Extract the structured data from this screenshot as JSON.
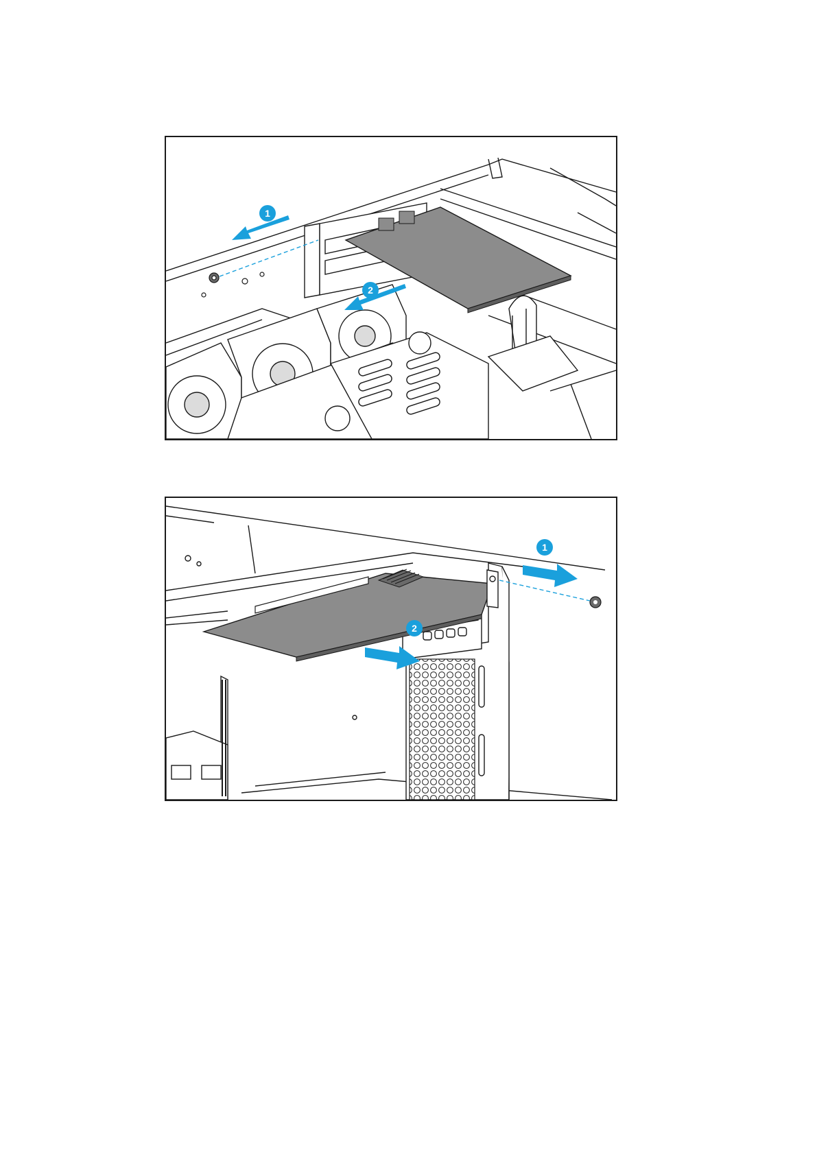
{
  "figures": [
    {
      "steps": [
        {
          "number": "1",
          "direction": "left"
        },
        {
          "number": "2",
          "direction": "left"
        }
      ]
    },
    {
      "steps": [
        {
          "number": "1",
          "direction": "right"
        },
        {
          "number": "2",
          "direction": "right"
        }
      ]
    }
  ],
  "colors": {
    "accent": "#1aa0dc",
    "card": "#8c8c8c",
    "line": "#1a1a1a",
    "background": "#ffffff"
  }
}
